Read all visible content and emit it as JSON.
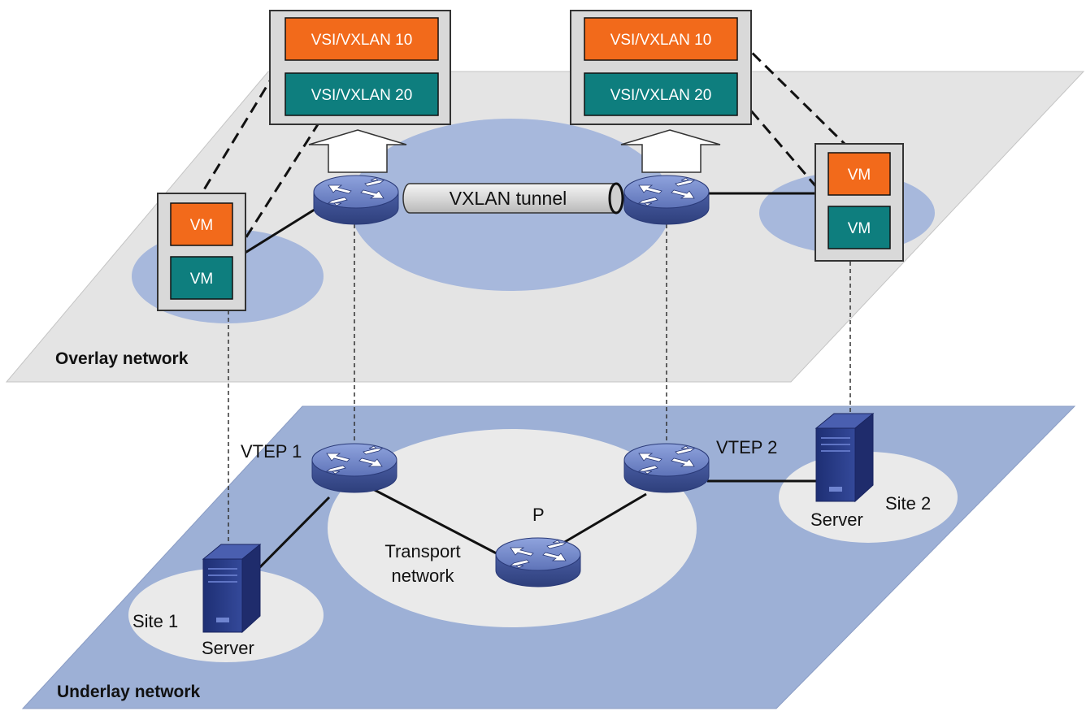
{
  "overlay": {
    "label": "Overlay network",
    "vsi_left": {
      "top": "VSI/VXLAN 10",
      "bottom": "VSI/VXLAN 20"
    },
    "vsi_right": {
      "top": "VSI/VXLAN 10",
      "bottom": "VSI/VXLAN 20"
    },
    "vm_left": {
      "top": "VM",
      "bottom": "VM"
    },
    "vm_right": {
      "top": "VM",
      "bottom": "VM"
    },
    "tunnel_label": "VXLAN tunnel"
  },
  "underlay": {
    "label": "Underlay network",
    "vtep1": "VTEP 1",
    "vtep2": "VTEP 2",
    "p_router": "P",
    "transport": [
      "Transport",
      "network"
    ],
    "site1": {
      "site": "Site 1",
      "server": "Server"
    },
    "site2": {
      "site": "Site 2",
      "server": "Server"
    }
  },
  "colors": {
    "vsi_orange": "#f26a1b",
    "vsi_teal": "#0e7e7e",
    "overlay_plane": "#e4e4e4",
    "underlay_plane": "#9db0d6",
    "overlay_blob": "#a7b8dc",
    "underlay_blob": "#eaeaea",
    "router": "#6d82c4",
    "server": "#2b3f8a"
  }
}
